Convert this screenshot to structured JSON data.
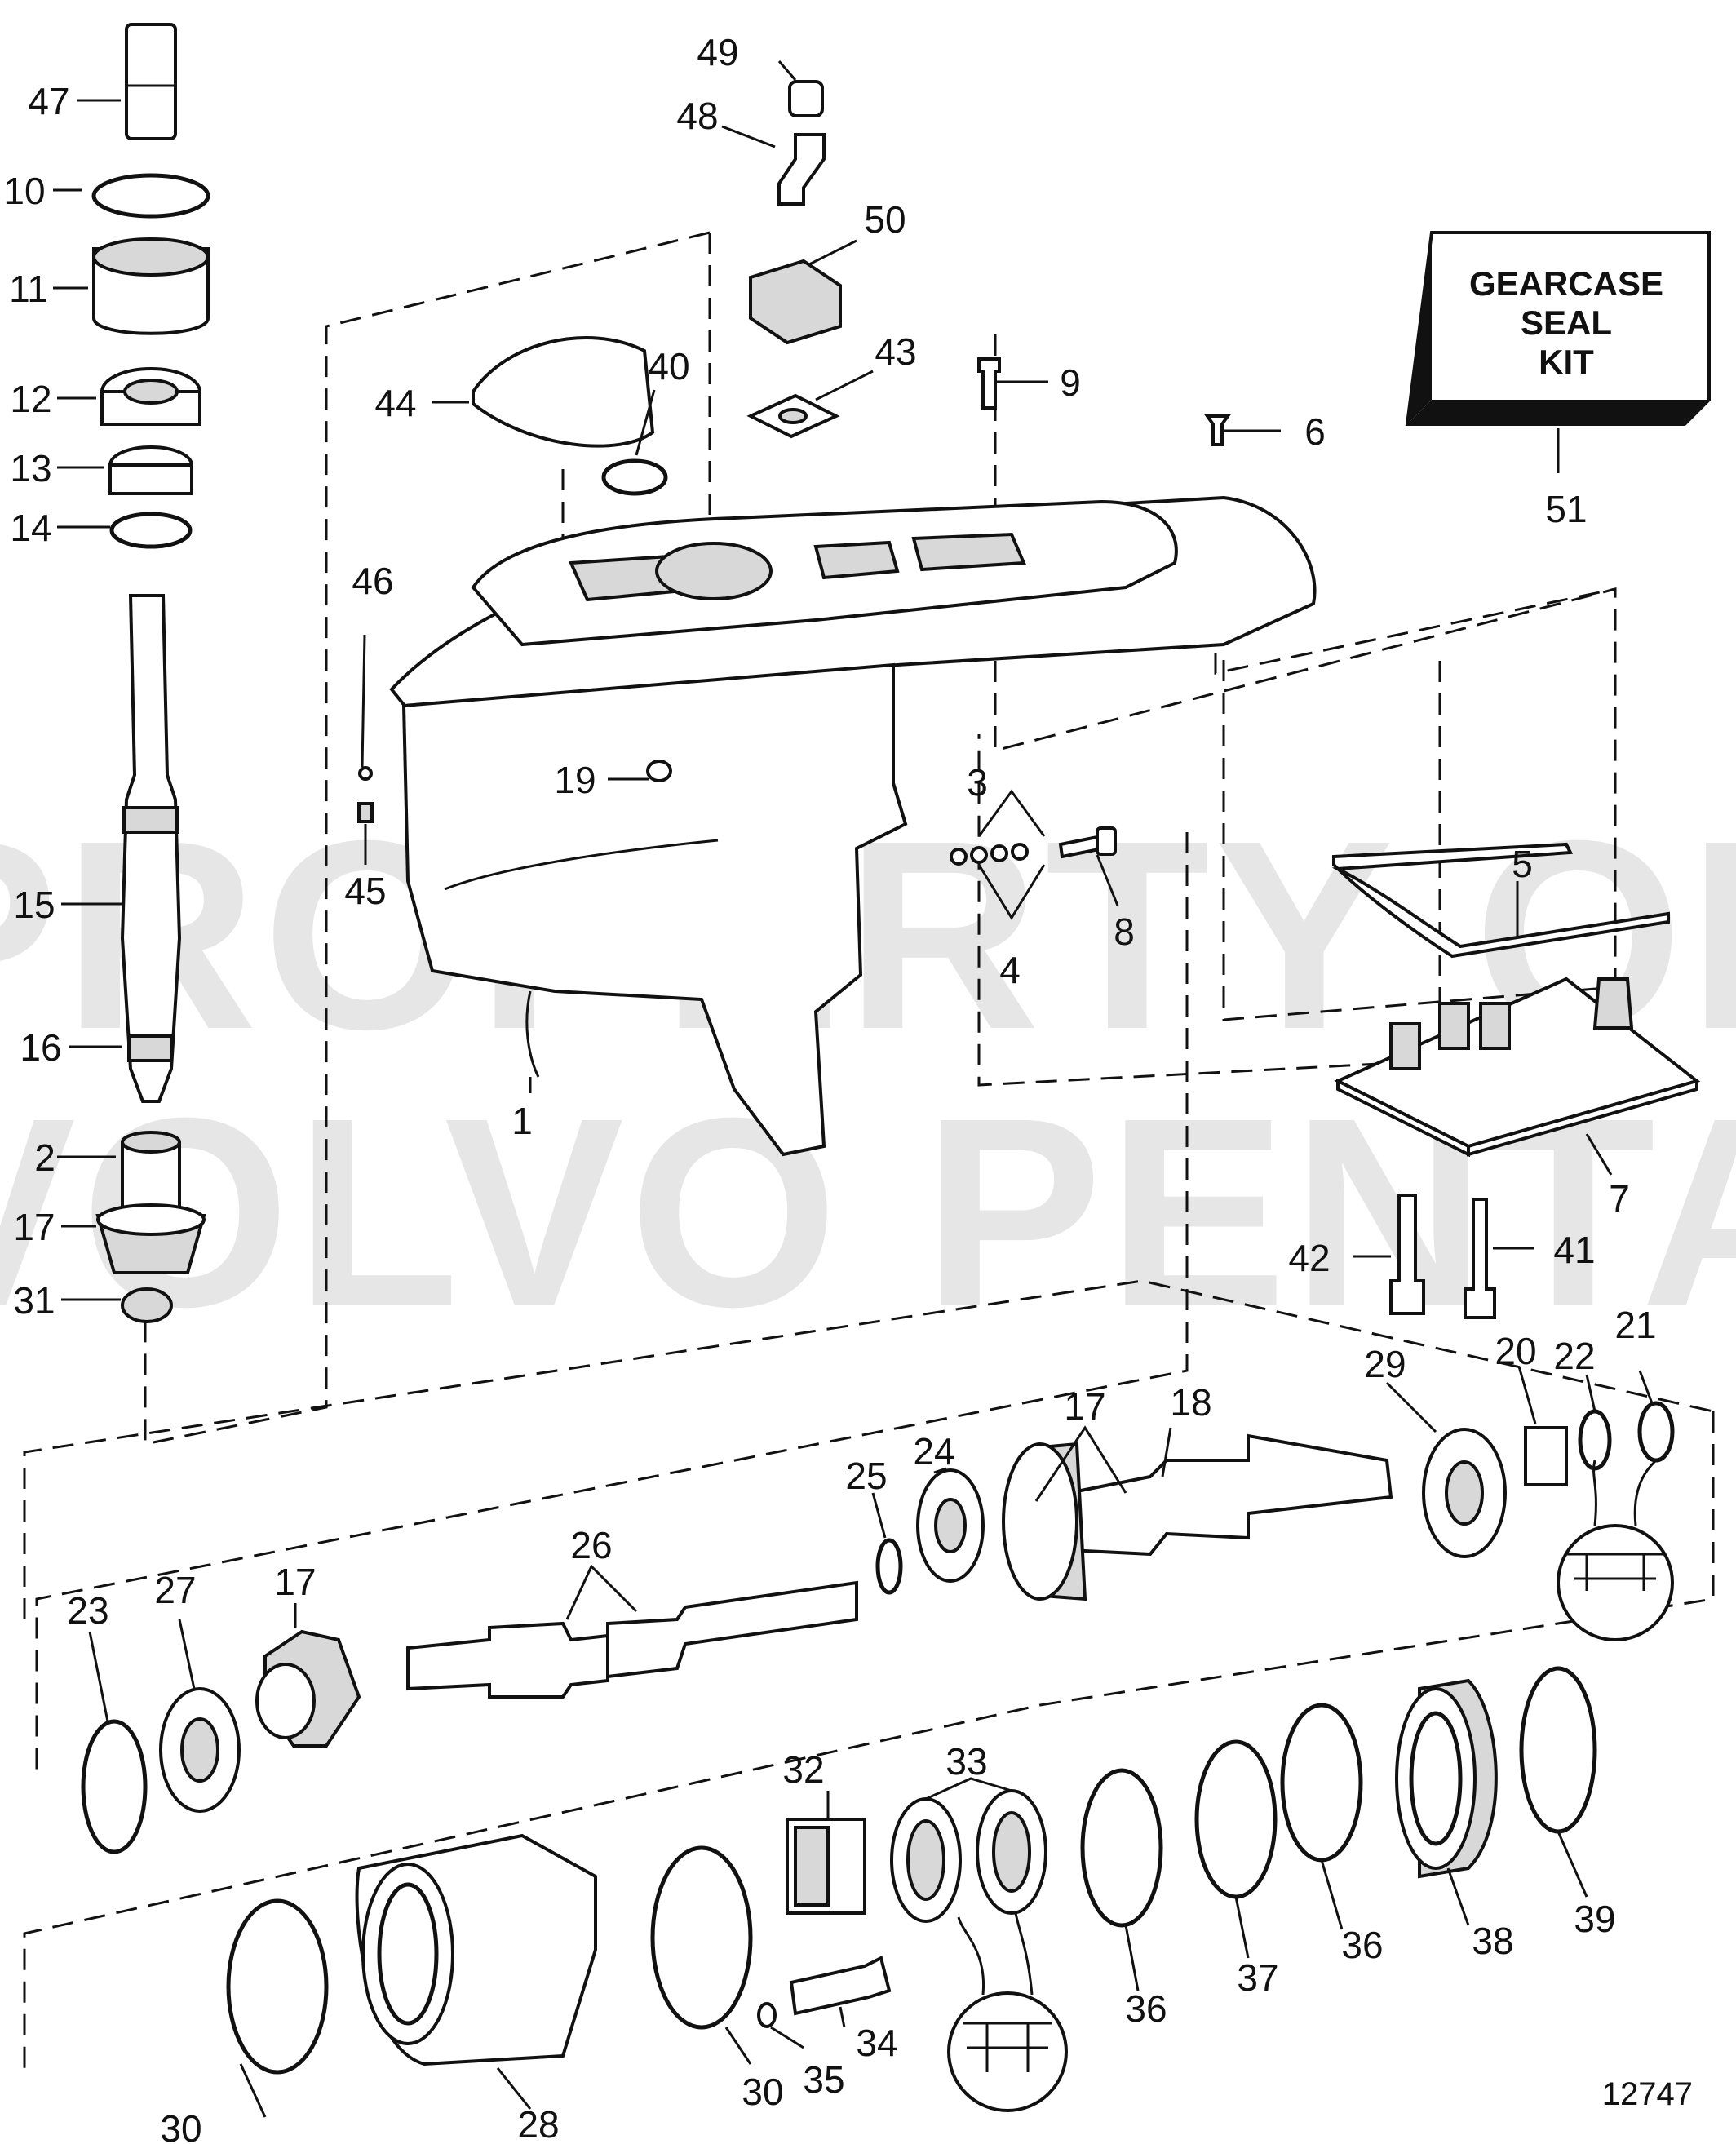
{
  "watermark": {
    "line1": "PROPERTY OF",
    "line2": "VOLVO PENTA"
  },
  "kit": {
    "line1": "GEARCASE",
    "line2": "SEAL",
    "line3": "KIT"
  },
  "figure_number": "12747",
  "callouts": {
    "c1": "1",
    "c2": "2",
    "c3": "3",
    "c4": "4",
    "c5": "5",
    "c6": "6",
    "c7": "7",
    "c8": "8",
    "c9": "9",
    "c10": "10",
    "c11": "11",
    "c12": "12",
    "c13": "13",
    "c14": "14",
    "c15": "15",
    "c16": "16",
    "c17a": "17",
    "c17b": "17",
    "c17c": "17",
    "c18": "18",
    "c19": "19",
    "c20": "20",
    "c21": "21",
    "c22": "22",
    "c23": "23",
    "c24": "24",
    "c25": "25",
    "c26": "26",
    "c27": "27",
    "c28": "28",
    "c29": "29",
    "c30a": "30",
    "c30b": "30",
    "c31": "31",
    "c32": "32",
    "c33": "33",
    "c34": "34",
    "c35": "35",
    "c36a": "36",
    "c36b": "36",
    "c37": "37",
    "c38": "38",
    "c39": "39",
    "c40": "40",
    "c41": "41",
    "c42": "42",
    "c43": "43",
    "c44": "44",
    "c45": "45",
    "c46": "46",
    "c47": "47",
    "c48": "48",
    "c49": "49",
    "c50": "50",
    "c51": "51"
  }
}
